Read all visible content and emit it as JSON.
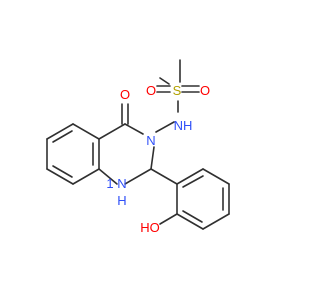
{
  "molecule": {
    "atoms": {
      "o_carbonyl": {
        "text": "O",
        "color": "#ff0000"
      },
      "n3": {
        "text": "N",
        "color": "#3050f8"
      },
      "nh_sulfonamide": {
        "text": "NH",
        "color": "#3050f8"
      },
      "s": {
        "text": "S",
        "color": "#b2a100"
      },
      "o_s_left": {
        "text": "O",
        "color": "#ff0000"
      },
      "o_s_right": {
        "text": "O",
        "color": "#ff0000"
      },
      "nh_ring": {
        "text": "H",
        "sub": "1",
        "mainText": "N",
        "color": "#3050f8"
      },
      "oh": {
        "text": "HO",
        "color": "#ff0000"
      }
    }
  }
}
